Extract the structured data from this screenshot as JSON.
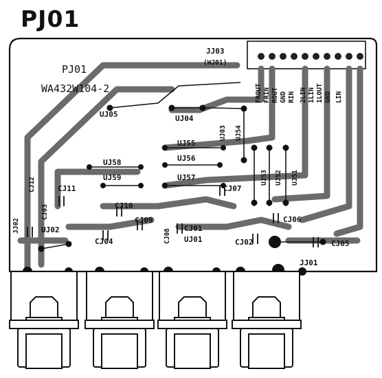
{
  "page_title": "PJ01",
  "board": {
    "name": "PJ01",
    "part_number": "WA432W104-2"
  },
  "connector": {
    "ref": "JJ03",
    "sub_ref": "(WJ01)",
    "pins": [
      "FROUT",
      "FRIN",
      "ROUT",
      "GND",
      "RIN",
      "2LIN",
      "1LIN",
      "1LOUT",
      "GND",
      "LIN"
    ]
  },
  "jumpers": [
    "UJ05",
    "UJ04",
    "UJ03",
    "UJ54",
    "UJ55",
    "UJ56",
    "UJ58",
    "UJ59",
    "UJ57",
    "UJ53",
    "UJ52",
    "UJ51",
    "UJ02",
    "UJ01",
    "JJ01",
    "JJ02"
  ],
  "capacitors": [
    "CJ12",
    "CJ11",
    "CJ03",
    "CJ10",
    "CJ09",
    "CJ04",
    "CJ08",
    "CJ01",
    "CJ07",
    "CJ02",
    "CJ06",
    "CJ05"
  ],
  "jack_count": 4
}
